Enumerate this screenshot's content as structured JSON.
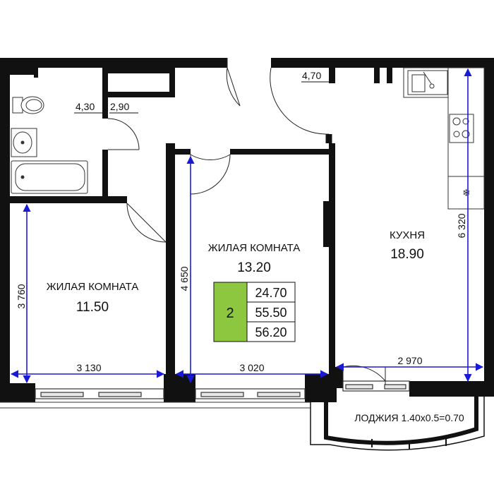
{
  "rooms": {
    "bath_area": "4,30",
    "wc_area": "2,90",
    "hall_area": "4,70",
    "living_left": {
      "name": "ЖИЛАЯ КОМНАТА",
      "area": "11.50"
    },
    "living_center": {
      "name": "ЖИЛАЯ КОМНАТА",
      "area": "13.20"
    },
    "kitchen": {
      "name": "КУХНЯ",
      "area": "18.90"
    },
    "loggia": "ЛОДЖИЯ 1.40х0.5=0.70"
  },
  "dimensions": {
    "left_height": "3 760",
    "center_height": "4 650",
    "right_height": "6 320",
    "left_width": "3 130",
    "center_width": "3 020",
    "right_width": "2 970"
  },
  "summary": {
    "rooms_count": "2",
    "living_area": "24.70",
    "total_area": "55.50",
    "total_with_loggia": "56.20"
  },
  "colors": {
    "wall": "#111111",
    "dimension_line": "#1a1ad6",
    "badge": "#8dc63f"
  }
}
